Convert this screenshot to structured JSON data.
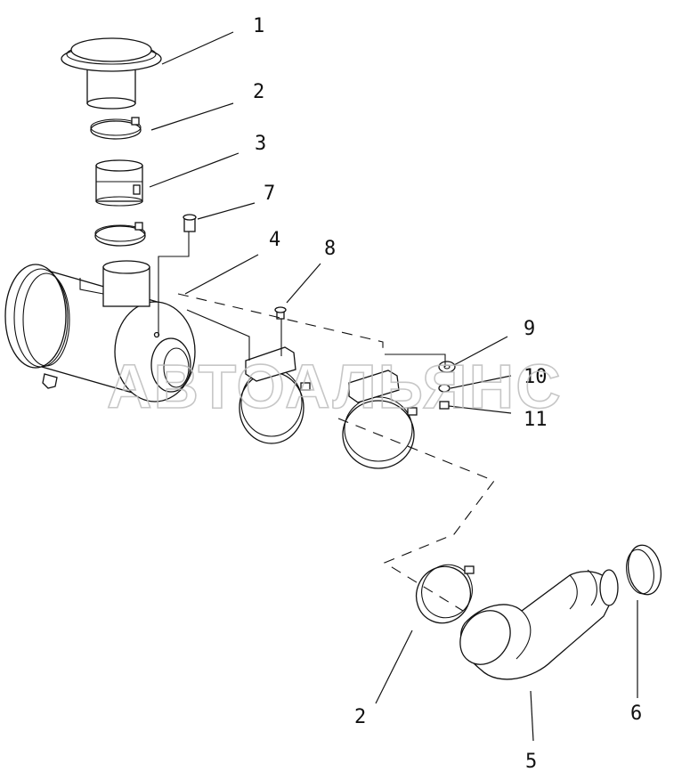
{
  "diagram": {
    "watermark": "АВТОАЛЬЯНС",
    "callouts": [
      {
        "id": "c1",
        "text": "1"
      },
      {
        "id": "c2a",
        "text": "2"
      },
      {
        "id": "c3",
        "text": "3"
      },
      {
        "id": "c7",
        "text": "7"
      },
      {
        "id": "c4",
        "text": "4"
      },
      {
        "id": "c8",
        "text": "8"
      },
      {
        "id": "c9",
        "text": "9"
      },
      {
        "id": "c10",
        "text": "10"
      },
      {
        "id": "c11",
        "text": "11"
      },
      {
        "id": "c2b",
        "text": "2"
      },
      {
        "id": "c5",
        "text": "5"
      },
      {
        "id": "c6",
        "text": "6"
      }
    ]
  }
}
